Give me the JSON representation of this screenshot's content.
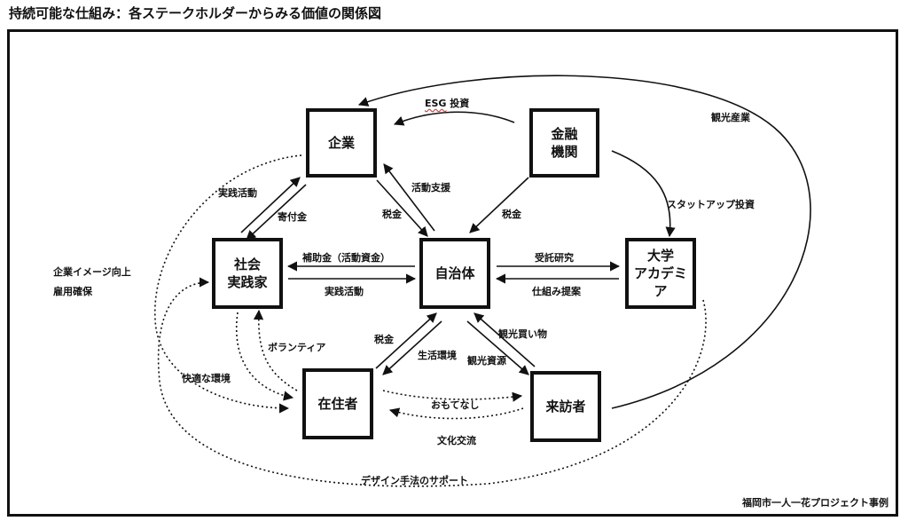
{
  "title": "持続可能な仕組み：各ステークホルダーからみる価値の関係図",
  "nodes": {
    "kigyo": "企業",
    "kinyu": [
      "金融",
      "機関"
    ],
    "shakai": [
      "社会",
      "実践家"
    ],
    "jichitai": "自治体",
    "daigaku": [
      "大学",
      "アカデミア"
    ],
    "zaijusha": "在住者",
    "raihosha": "来訪者"
  },
  "labels": {
    "esg_word": "ESG",
    "esg_suffix": " 投資",
    "kanko_sangyo": "観光産業",
    "jissen_katsudo_up": "実践活動",
    "kifukin": "寄付金",
    "katsudo_shien": "活動支援",
    "zeikin_kigyo": "税金",
    "zeikin_kinyu": "税金",
    "startup": "スタットアップ投資",
    "kigyo_image": "企業イメージ向上",
    "koyo": "雇用確保",
    "hojokin": "補助金（活動資金）",
    "jissen_katsudo_mid": "実践活動",
    "jutaku": "受託研究",
    "shikumi_teian": "仕組み提案",
    "volunteer": "ボランティア",
    "zeikin_zaiju": "税金",
    "seikatsu": "生活環境",
    "kanko_kaimono": "観光買い物",
    "kanko_shigen": "観光資源",
    "kaiteki": "快適な環境",
    "omotenashi": "おもてなし",
    "bunka": "文化交流",
    "design": "デザイン手法のサポート"
  },
  "footer": "福岡市一人一花プロジェクト事例"
}
